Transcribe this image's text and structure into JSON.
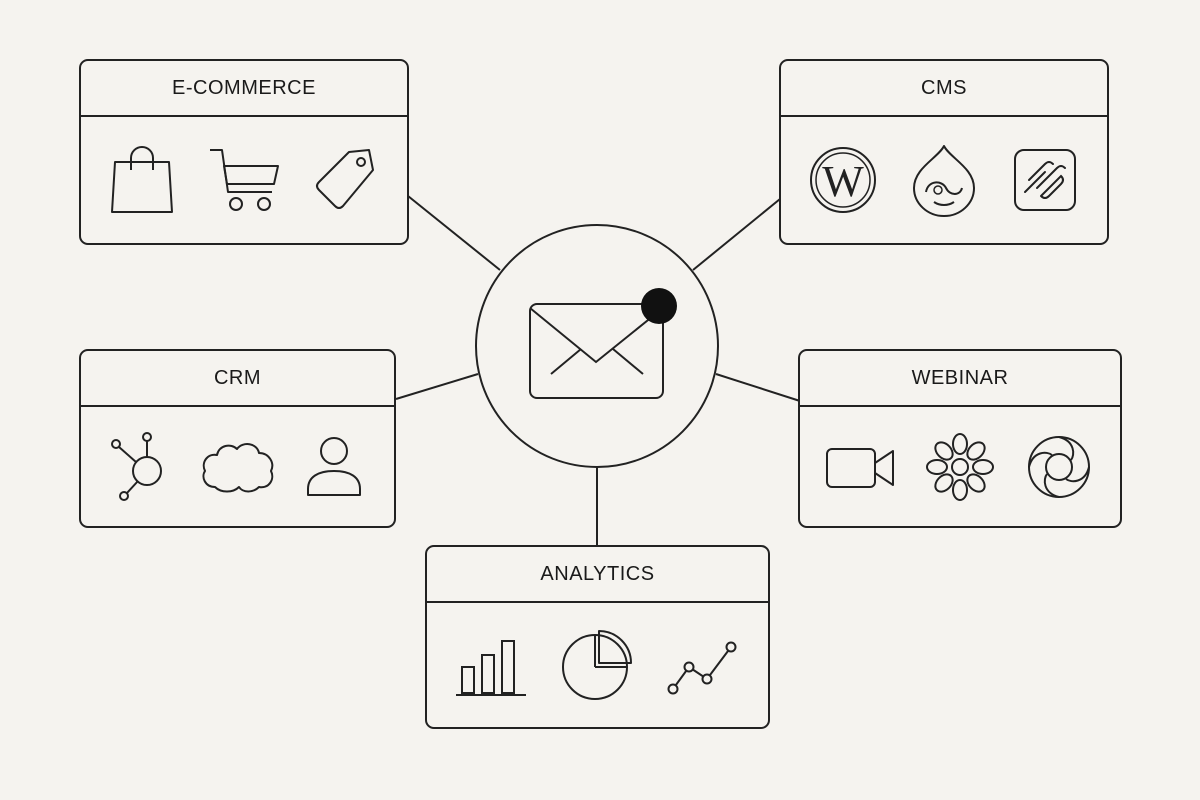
{
  "hub": {
    "icon": "mail-notification-icon"
  },
  "groups": {
    "ecommerce": {
      "title": "E-COMMERCE",
      "icons": [
        "shopping-bag-icon",
        "shopping-cart-icon",
        "price-tag-icon"
      ]
    },
    "cms": {
      "title": "CMS",
      "icons": [
        "wordpress-icon",
        "drupal-icon",
        "squarespace-icon"
      ]
    },
    "crm": {
      "title": "CRM",
      "icons": [
        "hubspot-icon",
        "salesforce-cloud-icon",
        "user-icon"
      ]
    },
    "webinar": {
      "title": "WEBINAR",
      "icons": [
        "video-camera-icon",
        "zoom-flower-icon",
        "aperture-icon"
      ]
    },
    "analytics": {
      "title": "ANALYTICS",
      "icons": [
        "bar-chart-icon",
        "pie-chart-icon",
        "line-chart-icon"
      ]
    }
  },
  "colors": {
    "background": "#f5f3ef",
    "stroke": "#222222",
    "notification_dot": "#111111"
  }
}
